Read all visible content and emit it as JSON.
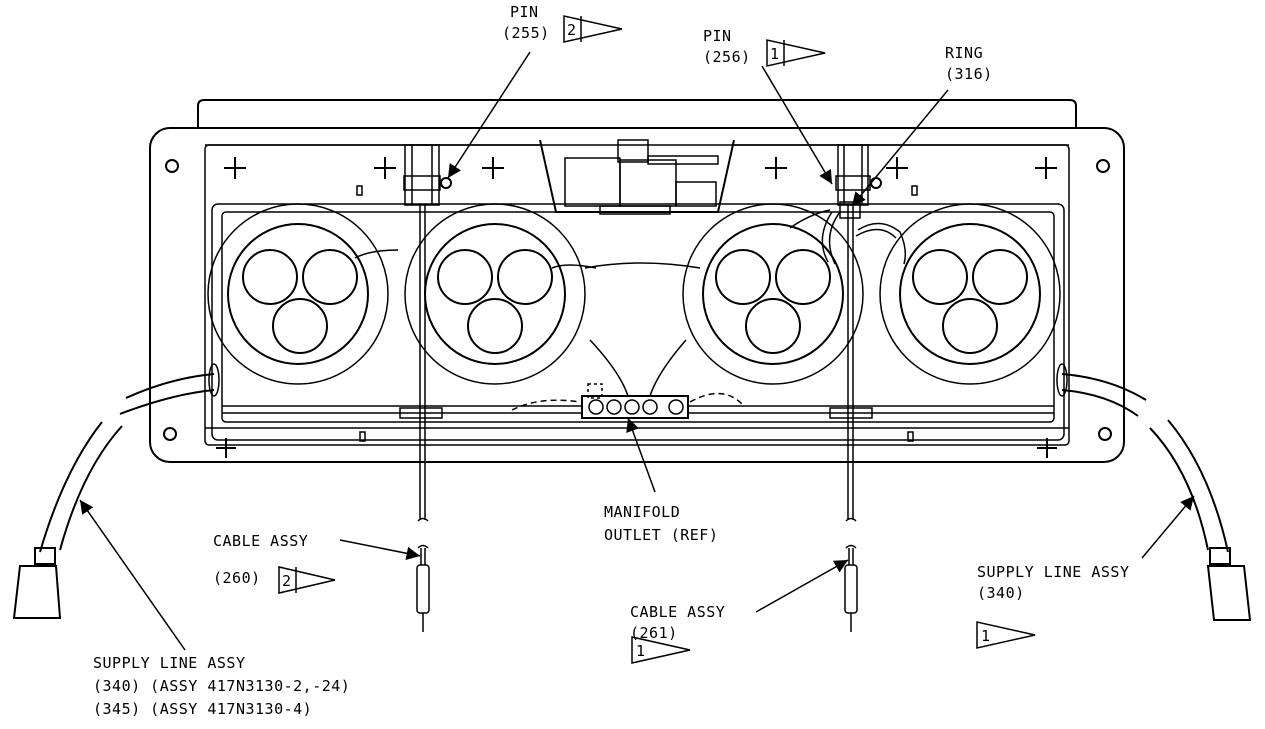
{
  "callouts": {
    "pin_255": {
      "name": "PIN",
      "ref": "(255)",
      "flag": "2"
    },
    "pin_256": {
      "name": "PIN",
      "ref": "(256)",
      "flag": "1"
    },
    "ring_316": {
      "name": "RING",
      "ref": "(316)"
    },
    "manifold": {
      "line1": "MANIFOLD",
      "line2": "OUTLET (REF)"
    },
    "cable_260": {
      "name": "CABLE ASSY",
      "ref": "(260)",
      "flag": "2"
    },
    "cable_261": {
      "name": "CABLE ASSY",
      "ref": "(261)",
      "flag": "1"
    },
    "supply_right": {
      "name": "SUPPLY LINE ASSY",
      "ref": "(340)",
      "flag": "1"
    },
    "supply_left": {
      "name": "SUPPLY LINE ASSY",
      "line2": "(340) (ASSY 417N3130-2,-24)",
      "line3": "(345) (ASSY 417N3130-4)"
    }
  }
}
